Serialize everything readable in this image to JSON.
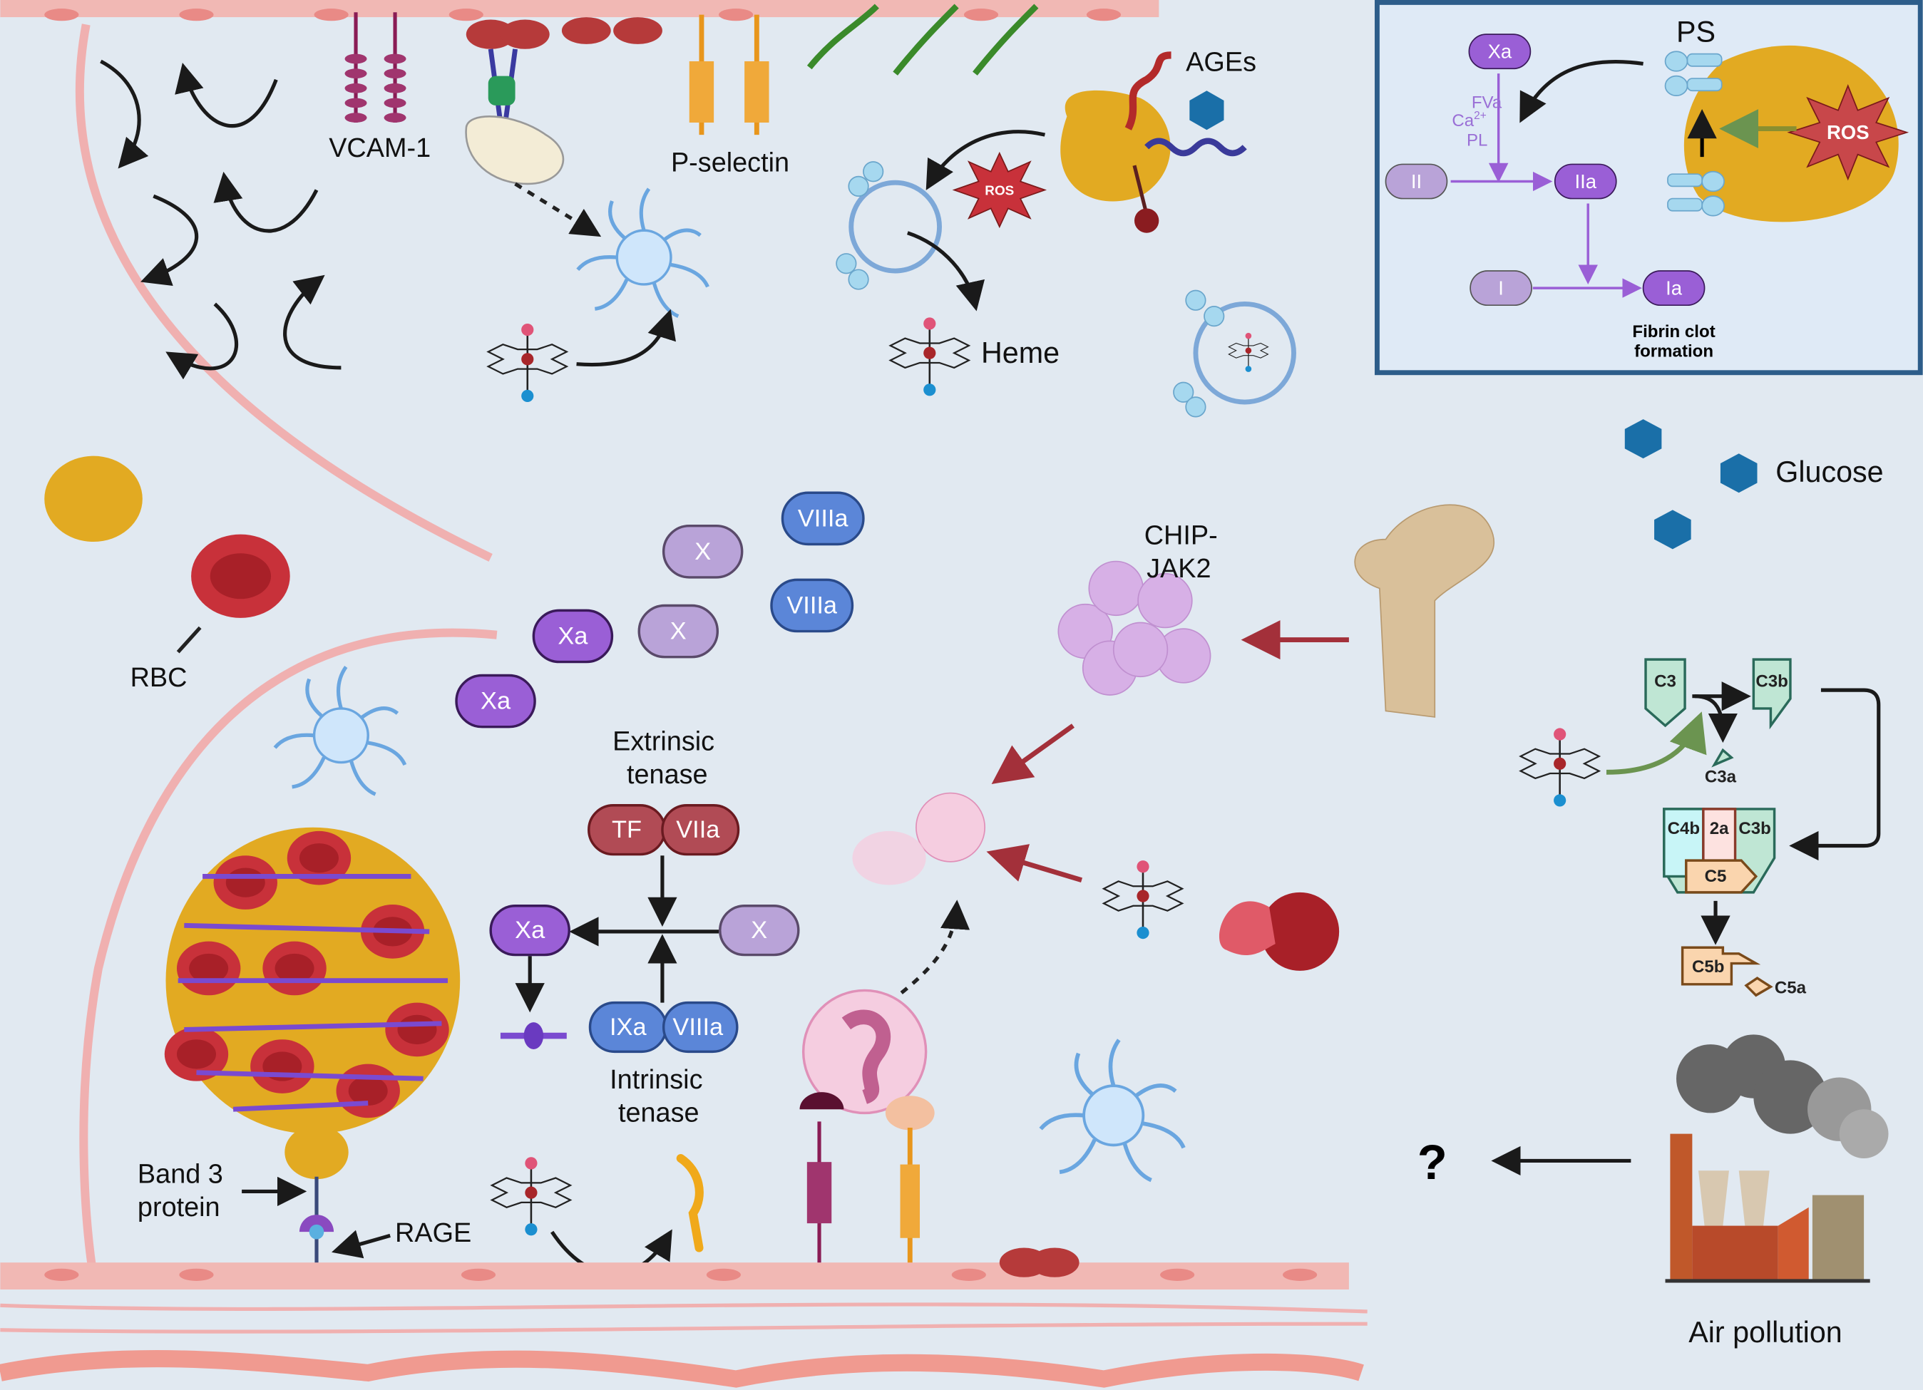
{
  "labels": {
    "vcam": "VCAM-1",
    "pselectin": "P-selectin",
    "ages": "AGEs",
    "ros_small": "ROS",
    "heme": "Heme",
    "rbc": "RBC",
    "chip_line1": "CHIP-",
    "chip_line2": "JAK2",
    "glucose": "Glucose",
    "extrinsic_line1": "Extrinsic",
    "extrinsic_line2": "tenase",
    "intrinsic_line1": "Intrinsic",
    "intrinsic_line2": "tenase",
    "band3_line1": "Band 3",
    "band3_line2": "protein",
    "rage": "RAGE",
    "question": "?",
    "air_pollution": "Air pollution"
  },
  "factors": {
    "x1": "X",
    "x2": "X",
    "xa1": "Xa",
    "xa2": "Xa",
    "viiia1": "VIIIa",
    "viiia2": "VIIIa",
    "tf": "TF",
    "viia": "VIIa",
    "xa3": "Xa",
    "x3": "X",
    "ixa": "IXa",
    "viiia3": "VIIIa"
  },
  "inset": {
    "xa": "Xa",
    "fva": "FVa",
    "ca": "Ca",
    "ca_sup": "2+",
    "pl": "PL",
    "ii": "II",
    "iia": "IIa",
    "i": "I",
    "ia": "Ia",
    "fibrin_line1": "Fibrin clot",
    "fibrin_line2": "formation",
    "ps": "PS",
    "ros": "ROS"
  },
  "complement": {
    "c3": "C3",
    "c3b": "C3b",
    "c3a": "C3a",
    "c4b": "C4b",
    "c2a": "2a",
    "c3b2": "C3b",
    "c5": "C5",
    "c5b": "C5b",
    "c5a": "C5a"
  },
  "colors": {
    "background": "#e1e9f1",
    "factor_active": "#9a5fd6",
    "factor_inactive": "#b9a3d8",
    "viiia": "#5b86d8",
    "tenase_red": "#b14b55",
    "inset_border": "#2d5d8a",
    "rbc": "#c8313a",
    "platelet": "#e2aa22",
    "glucose": "#1a6fa8"
  }
}
